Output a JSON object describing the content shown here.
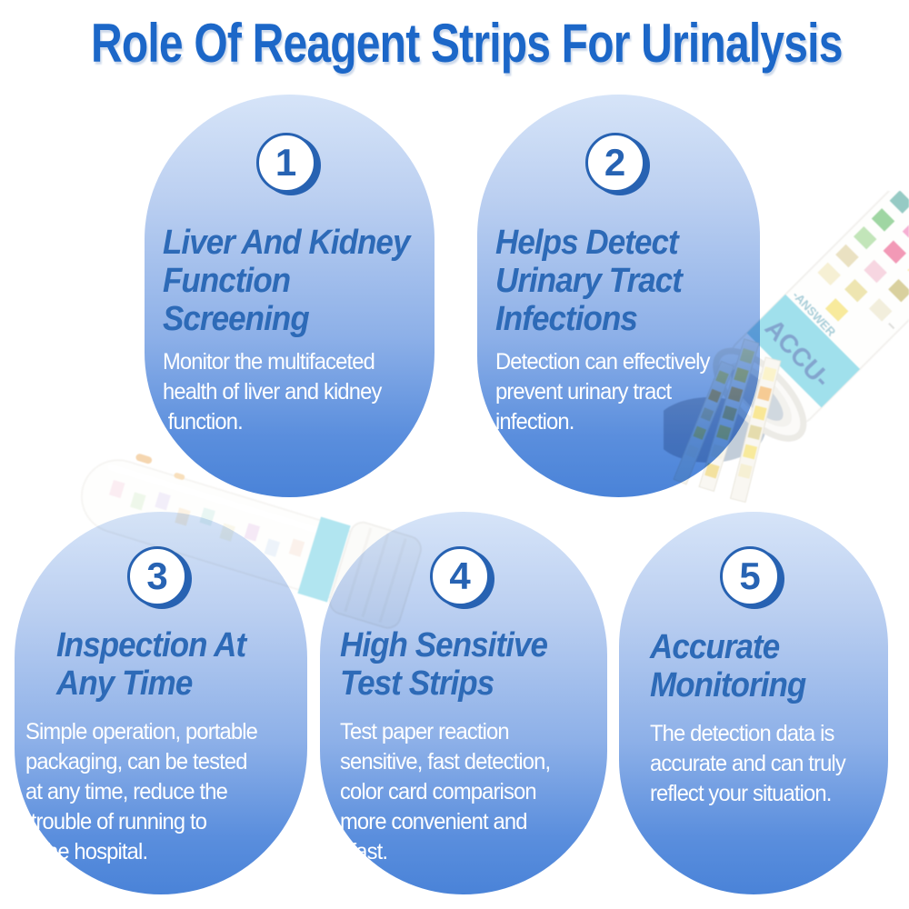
{
  "title": "Role Of Reagent Strips For Urinalysis",
  "palette": {
    "title_blue": "#1c67c8",
    "heading_blue": "#2d6ab7",
    "number_blue": "#2762b2",
    "card_gradient_top": "#d6e4f8",
    "card_gradient_bottom": "#4a83d8",
    "body_text": "#ffffff",
    "photo_band_cyan": "#52c6dd"
  },
  "cards": [
    {
      "number": "1",
      "title": "Liver And Kidney\nFunction\nScreening",
      "body": "Monitor the multifaceted\nhealth of liver and kidney\n function."
    },
    {
      "number": "2",
      "title": "Helps Detect\nUrinary Tract\nInfections",
      "body": "Detection can effectively\nprevent urinary tract\ninfection."
    },
    {
      "number": "3",
      "title": "Inspection At\nAny Time",
      "body": "Simple operation, portable\npackaging, can be tested\nat any time, reduce the\n trouble of running to\n   the hospital."
    },
    {
      "number": "4",
      "title": "High Sensitive\nTest Strips",
      "body": "Test paper reaction\nsensitive, fast detection,\ncolor card comparison\nmore convenient and\n  fast."
    },
    {
      "number": "5",
      "title": "Accurate\nMonitoring",
      "body": "The detection data is\naccurate and can truly\nreflect your situation."
    }
  ],
  "photos": {
    "right_bottle": {
      "band_text": "ACCU-",
      "band_text_secondary": "-ANSWER"
    }
  }
}
